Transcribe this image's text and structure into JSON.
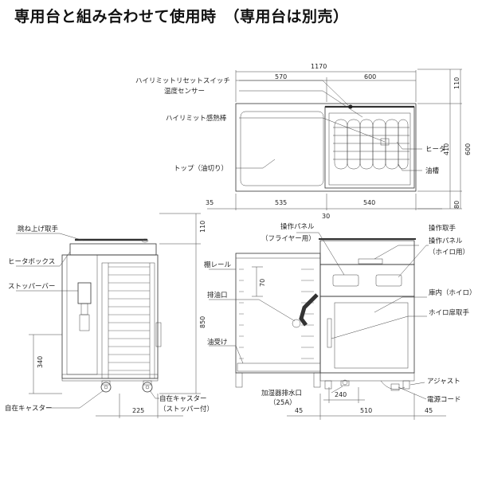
{
  "title": "専用台と組み合わせて使用時　（専用台は別売）",
  "top_view": {
    "labels": {
      "reset_switch": "ハイリミットリセットスイッチ",
      "temp_sensor": "温度センサー",
      "high_limit_rod": "ハイリミット感熱棒",
      "top_oil_drain": "トップ（油切り）",
      "heater": "ヒータ",
      "oil_tank": "油槽"
    },
    "dims": {
      "total_width": "1170",
      "top_left": "570",
      "top_right": "600",
      "bottom_left": "535",
      "bottom_right": "540",
      "left_margin": "35",
      "center_gap": "30",
      "height_top": "110",
      "height_mid": "410",
      "height_total": "600",
      "height_bottom": "80"
    }
  },
  "side_view": {
    "labels": {
      "lift_handle": "跳ね上げ取手",
      "heater_box": "ヒータボックス",
      "stopper_bar": "ストッパーバー",
      "free_caster": "自在キャスター",
      "free_caster_stopper_1": "自在キャスター",
      "free_caster_stopper_2": "（ストッパー付）"
    },
    "dims": {
      "h_top": "110",
      "h_main": "850",
      "h_lower": "340",
      "w_bottom": "225"
    }
  },
  "front_view": {
    "labels": {
      "shelf_rail": "棚レール",
      "drain_port": "排油口",
      "oil_pan": "油受け",
      "panel_fryer_1": "操作パネル",
      "panel_fryer_2": "（フライヤー用）",
      "handle": "操作取手",
      "panel_hoiro_1": "操作パネル",
      "panel_hoiro_2": "（ホイロ用）",
      "interior": "庫内（ホイロ）",
      "door_handle": "ホイロ扉取手",
      "humidifier_1": "加湿器排水口",
      "humidifier_2": "（25A）",
      "adjuster": "アジャスト",
      "power_cord": "電源コード"
    },
    "dims": {
      "d70": "70",
      "d240": "240",
      "left": "45",
      "center": "510",
      "right": "45"
    }
  }
}
